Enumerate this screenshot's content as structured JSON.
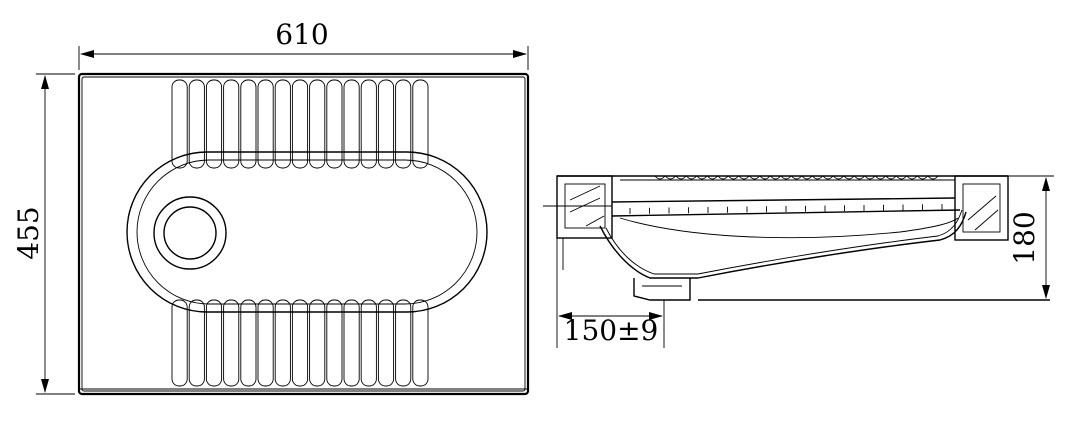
{
  "dimensions": {
    "width": "610",
    "depth": "455",
    "height": "180",
    "outlet_offset": "150±9"
  },
  "colors": {
    "line": "#000000",
    "background": "#ffffff"
  }
}
